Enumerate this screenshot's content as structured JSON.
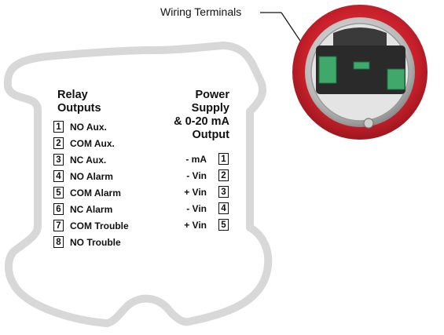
{
  "callout": {
    "label": "Wiring Terminals"
  },
  "relay": {
    "heading": [
      "Relay",
      "Outputs"
    ],
    "terminals": [
      {
        "num": "1",
        "label": "NO Aux."
      },
      {
        "num": "2",
        "label": "COM Aux."
      },
      {
        "num": "3",
        "label": "NC Aux."
      },
      {
        "num": "4",
        "label": "NO Alarm"
      },
      {
        "num": "5",
        "label": "COM Alarm"
      },
      {
        "num": "6",
        "label": "NC Alarm"
      },
      {
        "num": "7",
        "label": "COM Trouble"
      },
      {
        "num": "8",
        "label": "NO Trouble"
      }
    ]
  },
  "power": {
    "heading": [
      "Power",
      "Supply",
      "& 0-20 mA",
      "Output"
    ],
    "terminals": [
      {
        "num": "1",
        "label": "- mA"
      },
      {
        "num": "2",
        "label": "- Vin"
      },
      {
        "num": "3",
        "label": "+ Vin"
      },
      {
        "num": "4",
        "label": "- Vin"
      },
      {
        "num": "5",
        "label": "+ Vin"
      }
    ]
  },
  "colors": {
    "board_outline": "#d8d8d8",
    "housing_red": "#c8202a",
    "terminal_green": "#3fa86a"
  }
}
